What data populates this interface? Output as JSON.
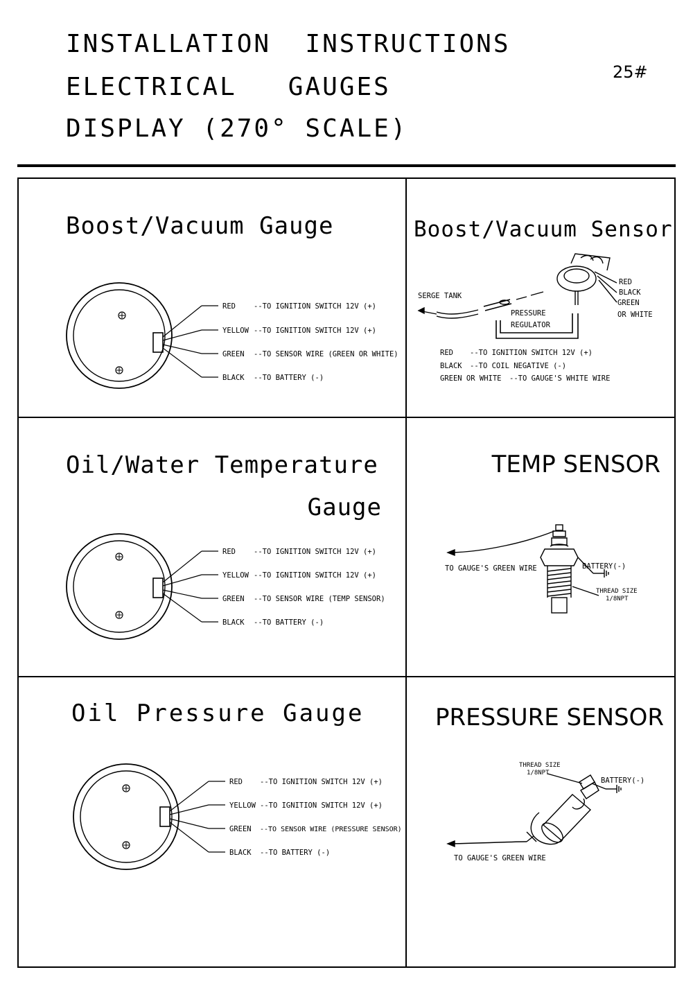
{
  "header": {
    "line1": "INSTALLATION  INSTRUCTIONS",
    "line2": "ELECTRICAL   GAUGES",
    "line3": "DISPLAY (270° SCALE)",
    "page_number": "25#"
  },
  "panels": {
    "boost_gauge": {
      "title": "Boost/Vacuum Gauge",
      "wires": [
        {
          "color": "RED",
          "dest": "--TO IGNITION SWITCH 12V (+)"
        },
        {
          "color": "YELLOW",
          "dest": "--TO IGNITION SWITCH 12V (+)"
        },
        {
          "color": "GREEN",
          "dest": "--TO SENSOR WIRE (GREEN OR WHITE)"
        },
        {
          "color": "BLACK",
          "dest": "--TO BATTERY (-)"
        }
      ]
    },
    "boost_sensor": {
      "title": "Boost/Vacuum Sensor",
      "labels": {
        "serge_tank": "SERGE TANK",
        "pressure": "PRESSURE",
        "regulator": "REGULATOR",
        "red": "RED",
        "black": "BLACK",
        "green": "GREEN",
        "or_white": "OR WHITE"
      },
      "wires": [
        {
          "color": "RED",
          "dest": "--TO IGNITION SWITCH 12V (+)"
        },
        {
          "color": "BLACK",
          "dest": "--TO COIL NEGATIVE (-)"
        },
        {
          "color": "GREEN OR WHITE",
          "dest": "--TO GAUGE'S WHITE WIRE"
        }
      ]
    },
    "temp_gauge": {
      "title_line1": "Oil/Water Temperature",
      "title_line2": "Gauge",
      "wires": [
        {
          "color": "RED",
          "dest": "--TO IGNITION SWITCH 12V (+)"
        },
        {
          "color": "YELLOW",
          "dest": "--TO IGNITION SWITCH 12V (+)"
        },
        {
          "color": "GREEN",
          "dest": "--TO SENSOR WIRE (TEMP SENSOR)"
        },
        {
          "color": "BLACK",
          "dest": "--TO BATTERY (-)"
        }
      ]
    },
    "temp_sensor": {
      "title": "TEMP SENSOR",
      "to_gauge": "TO GAUGE'S GREEN WIRE",
      "battery": "BATTERY(-)",
      "thread_line1": "THREAD SIZE",
      "thread_line2": "1/8NPT"
    },
    "pressure_gauge": {
      "title": "Oil Pressure Gauge",
      "wires": [
        {
          "color": "RED",
          "dest": "--TO IGNITION SWITCH 12V (+)"
        },
        {
          "color": "YELLOW",
          "dest": "--TO IGNITION SWITCH 12V (+)"
        },
        {
          "color": "GREEN",
          "dest": "--TO SENSOR WIRE (PRESSURE SENSOR)"
        },
        {
          "color": "BLACK",
          "dest": "--TO BATTERY (-)"
        }
      ]
    },
    "pressure_sensor": {
      "title": "PRESSURE SENSOR",
      "thread_line1": "THREAD SIZE",
      "thread_line2": "1/8NPT",
      "battery": "BATTERY(-)",
      "to_gauge": "TO GAUGE'S GREEN WIRE"
    }
  }
}
